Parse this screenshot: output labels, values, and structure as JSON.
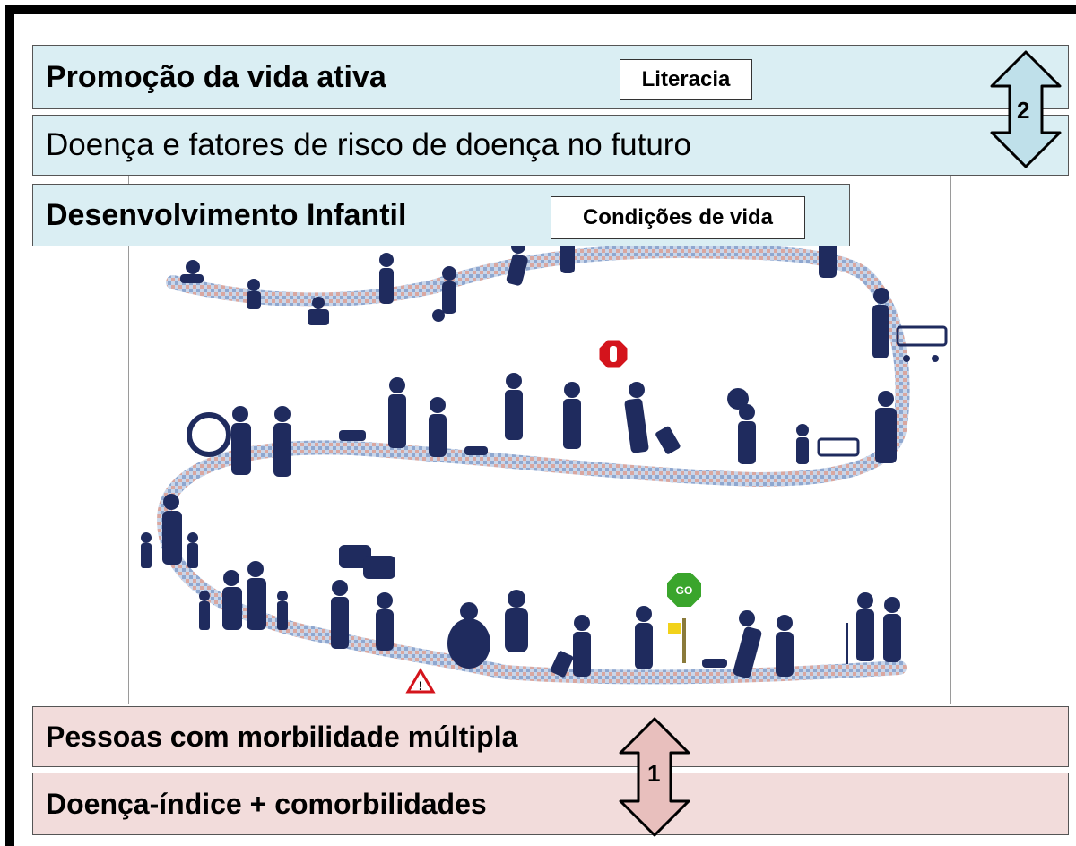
{
  "top": {
    "promotion": "Promoção da vida ativa",
    "literacy": "Literacia",
    "future_risk": "Doença e fatores de risco de doença no futuro",
    "child_dev": "Desenvolvimento Infantil",
    "living_conditions": "Condições de vida",
    "arrow_label": "2"
  },
  "bottom": {
    "multimorbidity": "Pessoas com morbilidade múltipla",
    "index_disease": "Doença-índice + comorbilidades",
    "arrow_label": "1"
  },
  "signs": {
    "go": "GO",
    "warning": "!"
  },
  "colors": {
    "band_blue": "#daeef3",
    "band_pink": "#f2dcdb",
    "figure": "#1f2b5e",
    "stop": "#d4141c",
    "go": "#3aa52c"
  }
}
